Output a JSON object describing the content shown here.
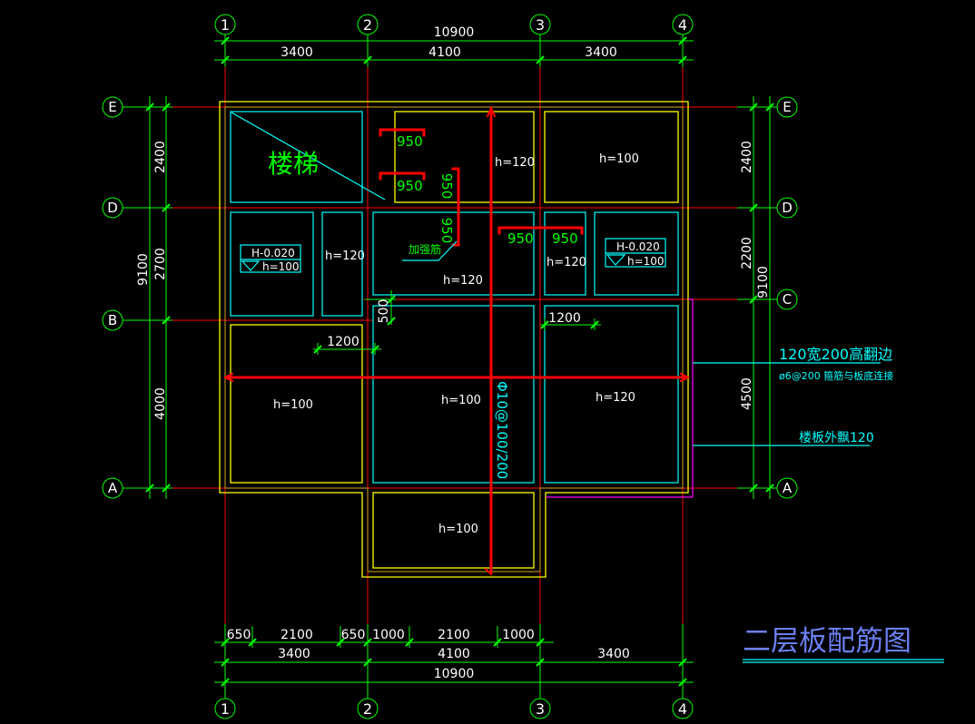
{
  "title": "二层板配筋图",
  "axes": {
    "top": [
      "1",
      "2",
      "3",
      "4"
    ],
    "bottom": [
      "1",
      "2",
      "3",
      "4"
    ],
    "left": [
      "E",
      "D",
      "B",
      "A"
    ],
    "right": [
      "E",
      "D",
      "C",
      "A"
    ]
  },
  "dims": {
    "top_total": "10900",
    "top_spans": [
      "3400",
      "4100",
      "3400"
    ],
    "bottom_detail": [
      "650",
      "2100",
      "650",
      "1000",
      "2100",
      "1000"
    ],
    "bottom_spans": [
      "3400",
      "4100",
      "3400"
    ],
    "bottom_total": "10900",
    "left_spans": [
      "2400",
      "2700",
      "4000"
    ],
    "left_total": "9100",
    "right_spans": [
      "2400",
      "2200",
      "4500"
    ],
    "right_total": "9100",
    "local": [
      "500",
      "1200",
      "1200"
    ]
  },
  "slabs": {
    "stair_label": "楼梯",
    "e_d_middle": "h=120",
    "e_d_right": "h=100",
    "d_b_left_level": "H-0.020",
    "d_b_left": "h=100",
    "d_b_narrow": "h=120",
    "d_b_middle": "h=120",
    "d_b_narrow_right": "h=120",
    "d_b_right_level": "H-0.020",
    "d_b_right": "h=100",
    "b_a_left": "h=100",
    "b_a_middle": "h=100",
    "b_a_right": "h=120",
    "bottom_bay": "h=100"
  },
  "rebar": {
    "bar_lengths": [
      "950",
      "950",
      "950",
      "950",
      "950",
      "950"
    ],
    "strengthening_label": "加强筋",
    "main_spec": "Φ10@100/200"
  },
  "notes": {
    "upturn": "120宽200高翻边",
    "stirrup": "ø6@200 箍筋与板底连接",
    "overhang": "楼板外飘120"
  },
  "colors": {
    "background": "#000000",
    "axis": "#ff0000",
    "dimension": "#00ff00",
    "slab_outline": "#ffff00",
    "panel": "#00ffff",
    "rebar": "#ff0000",
    "overhang": "#ff00ff",
    "title": "#6b7ff0"
  }
}
